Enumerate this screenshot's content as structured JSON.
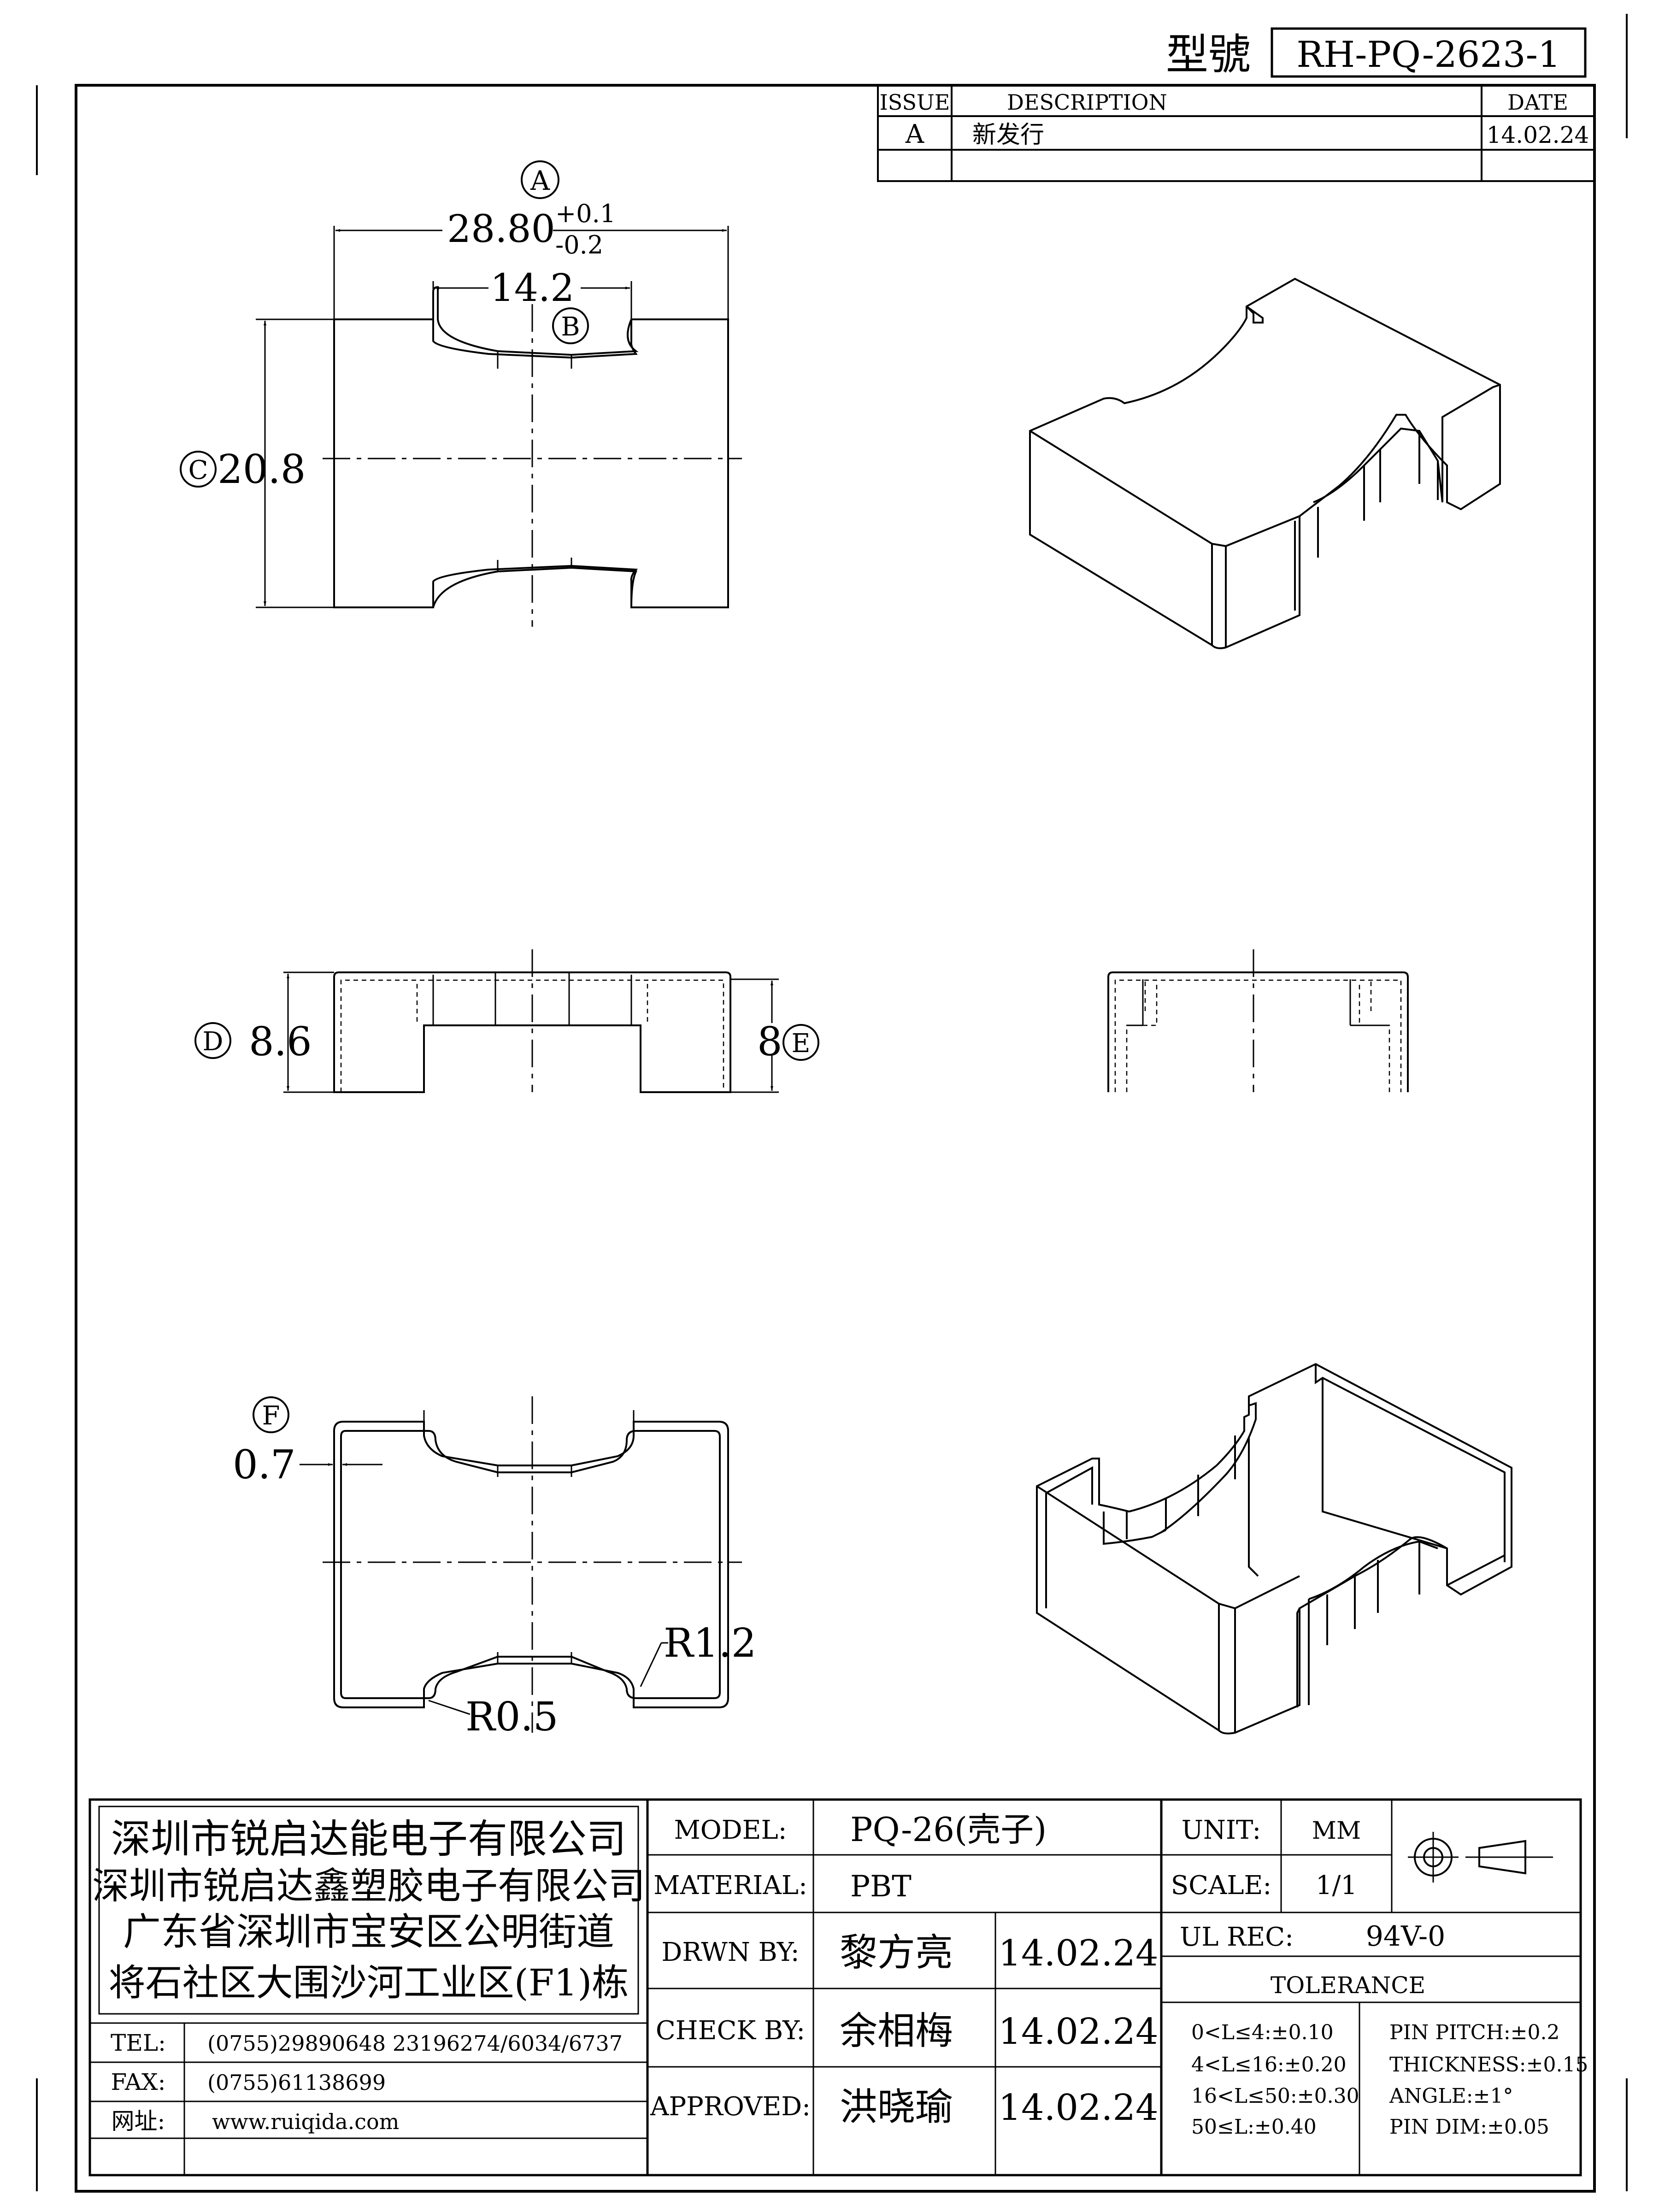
{
  "header": {
    "model_label": "型號",
    "model_no": "RH-PQ-2623-1"
  },
  "revision": {
    "col_issue": "ISSUE",
    "col_description": "DESCRIPTION",
    "col_date": "DATE",
    "rows": [
      {
        "issue": "A",
        "description": "新发行",
        "date": "14.02.24"
      }
    ]
  },
  "top_view": {
    "callout_a": "A",
    "dim_width": "28.80",
    "dim_width_tol_upper": "+0.1",
    "dim_width_tol_lower": "-0.2",
    "dim_slot": "14.2",
    "callout_b": "B",
    "callout_c": "C",
    "dim_depth": "20.8"
  },
  "front_view": {
    "callout_d": "D",
    "dim_height": "8.6",
    "dim_inner_height": "8",
    "callout_e": "E"
  },
  "bottom_view": {
    "callout_f": "F",
    "dim_wall": "0.7",
    "radius_outer": "R1.2",
    "radius_inner": "R0.5"
  },
  "company": {
    "lines": [
      "深圳市锐启达能电子有限公司",
      "深圳市锐启达鑫塑胶电子有限公司",
      "广东省深圳市宝安区公明街道",
      "将石社区大围沙河工业区(F1)栋"
    ],
    "tel_label": "TEL:",
    "tel": "(0755)29890648  23196274/6034/6737",
    "fax_label": "FAX:",
    "fax": "(0755)61138699",
    "web_label": "网址:",
    "web": "www.ruiqida.com"
  },
  "title_block": {
    "model_label": "MODEL:",
    "model": "PQ-26(壳子)",
    "material_label": "MATERIAL:",
    "material": "PBT",
    "drawn_label": "DRWN BY:",
    "drawn_by": "黎方亮",
    "drawn_date": "14.02.24",
    "check_label": "CHECK BY:",
    "check_by": "余相梅",
    "check_date": "14.02.24",
    "approved_label": "APPROVED:",
    "approved_by": "洪晓瑜",
    "approved_date": "14.02.24",
    "unit_label": "UNIT:",
    "unit": "MM",
    "scale_label": "SCALE:",
    "scale": "1/1",
    "ul_label": "UL REC:",
    "ul": "94V-0",
    "tolerance_label": "TOLERANCE",
    "tolerances_left": [
      "0<L≤4:±0.10",
      "4<L≤16:±0.20",
      "16<L≤50:±0.30",
      "50≤L:±0.40"
    ],
    "tolerances_right": [
      "PIN PITCH:±0.2",
      "THICKNESS:±0.15",
      "ANGLE:±1°",
      "PIN DIM:±0.05"
    ]
  }
}
